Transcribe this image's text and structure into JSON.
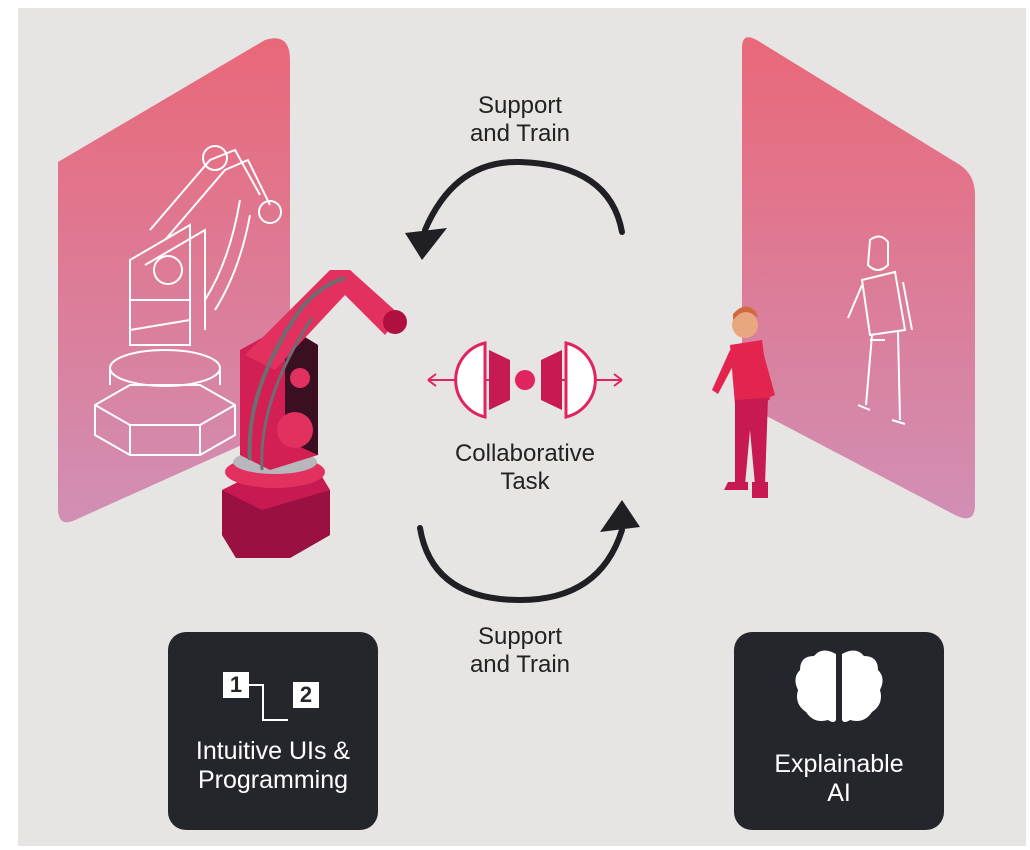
{
  "diagram": {
    "top_label": [
      "Support",
      "and Train"
    ],
    "bottom_label": [
      "Support",
      "and Train"
    ],
    "center_label": [
      "Collaborative",
      "Task"
    ],
    "left_card": {
      "steps": [
        "1",
        "2"
      ],
      "text": [
        "Intuitive UIs &",
        "Programming"
      ],
      "icon": "numbered-steps-icon"
    },
    "right_card": {
      "text": [
        "Explainable",
        "AI"
      ],
      "icon": "brain-icon"
    },
    "colors": {
      "accent": "#e0245e",
      "panel": "#d96a8c",
      "card": "#25252c",
      "background": "#e6e5e4"
    }
  }
}
